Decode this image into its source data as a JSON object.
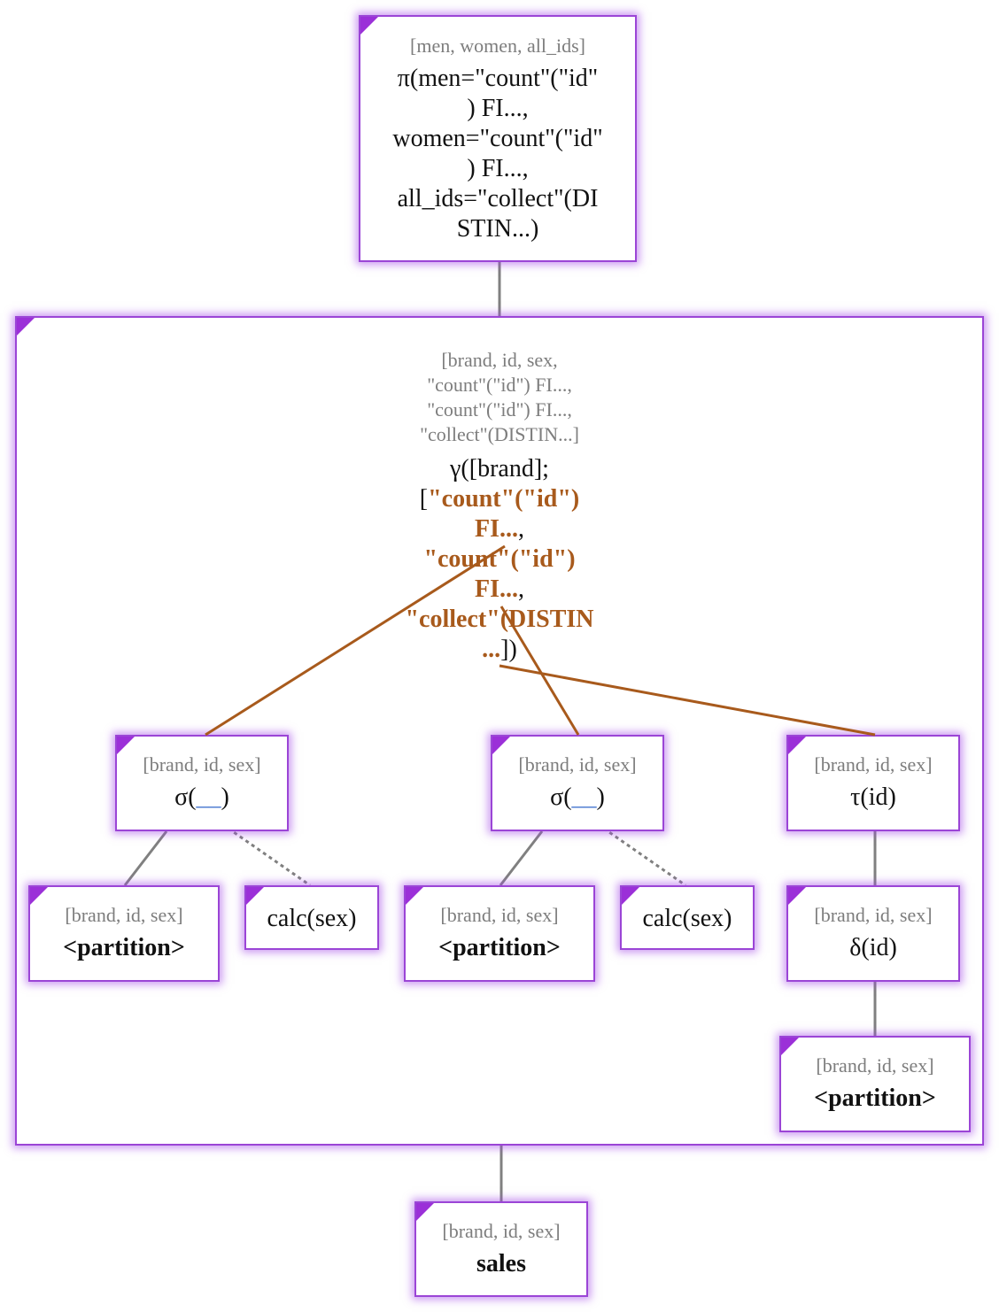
{
  "nodes": {
    "projection": {
      "schema": "[men, women, all_ids]",
      "label": [
        "π(men=\"count\"(\"id\"",
        ") FI...,",
        "women=\"count\"(\"id\"",
        ") FI...,",
        "all_ids=\"collect\"(DI",
        "STIN...)"
      ]
    },
    "groupby": {
      "schema": [
        "[brand, id, sex,",
        "\"count\"(\"id\") FI...,",
        "\"count\"(\"id\") FI...,",
        "\"collect\"(DISTIN...]"
      ],
      "label_prefix": "γ([brand];",
      "open_bracket": "[",
      "agg1a": "\"count\"(\"id\")",
      "agg1b": "FI...",
      "agg2a": "\"count\"(\"id\")",
      "agg2b": "FI...",
      "agg3a": "\"collect\"(DISTIN",
      "agg3b": "...",
      "comma": ",",
      "close": "])"
    },
    "select1": {
      "schema": "[brand, id, sex]",
      "prefix": "σ(",
      "placeholder": "__",
      "suffix": ")"
    },
    "select2": {
      "schema": "[brand, id, sex]",
      "prefix": "σ(",
      "placeholder": "__",
      "suffix": ")"
    },
    "sort": {
      "schema": "[brand, id, sex]",
      "label": "τ(id)"
    },
    "partition1": {
      "schema": "[brand, id, sex]",
      "label": "<partition>"
    },
    "calc1": {
      "label": "calc(sex)"
    },
    "partition2": {
      "schema": "[brand, id, sex]",
      "label": "<partition>"
    },
    "calc2": {
      "label": "calc(sex)"
    },
    "distinct": {
      "schema": "[brand, id, sex]",
      "label": "δ(id)"
    },
    "partition3": {
      "schema": "[brand, id, sex]",
      "label": "<partition>"
    },
    "sales": {
      "schema": "[brand, id, sex]",
      "label": "sales"
    }
  },
  "colors": {
    "border": "#9b45d6",
    "corner": "#9b30d8",
    "edge": "#808080",
    "aggregate": "#a85a1c",
    "schema_text": "#7d7d7d"
  }
}
